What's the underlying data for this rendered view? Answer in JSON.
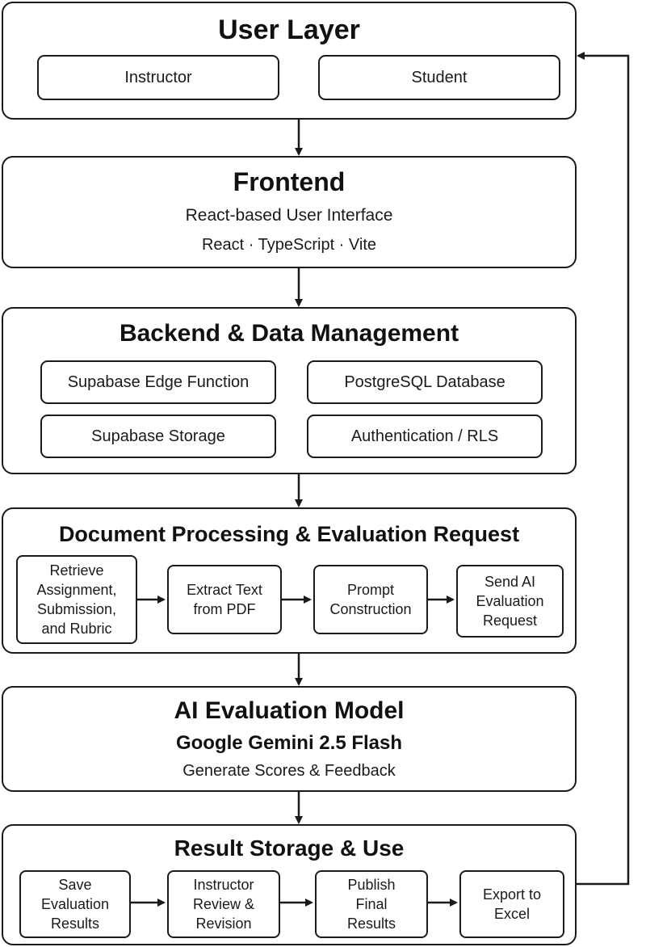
{
  "user_layer": {
    "title": "User Layer",
    "instructor": "Instructor",
    "student": "Student"
  },
  "frontend": {
    "title": "Frontend",
    "subtitle": "React-based User Interface",
    "stack": "React · TypeScript · Vite"
  },
  "backend": {
    "title": "Backend & Data Management",
    "edge_function": "Supabase Edge Function",
    "database": "PostgreSQL Database",
    "storage": "Supabase Storage",
    "auth": "Authentication / RLS"
  },
  "processing": {
    "title": "Document Processing & Evaluation Request",
    "steps": [
      "Retrieve\nAssignment,\nSubmission,\nand Rubric",
      "Extract Text\nfrom PDF",
      "Prompt\nConstruction",
      "Send AI\nEvaluation\nRequest"
    ]
  },
  "model": {
    "title": "AI Evaluation Model",
    "name": "Google Gemini 2.5 Flash",
    "task": "Generate Scores & Feedback"
  },
  "results": {
    "title": "Result Storage & Use",
    "steps": [
      "Save\nEvaluation\nResults",
      "Instructor\nReview &\nRevision",
      "Publish\nFinal\nResults",
      "Export to\nExcel"
    ]
  },
  "colors": {
    "stroke": "#1a1a1a",
    "background": "#ffffff"
  }
}
